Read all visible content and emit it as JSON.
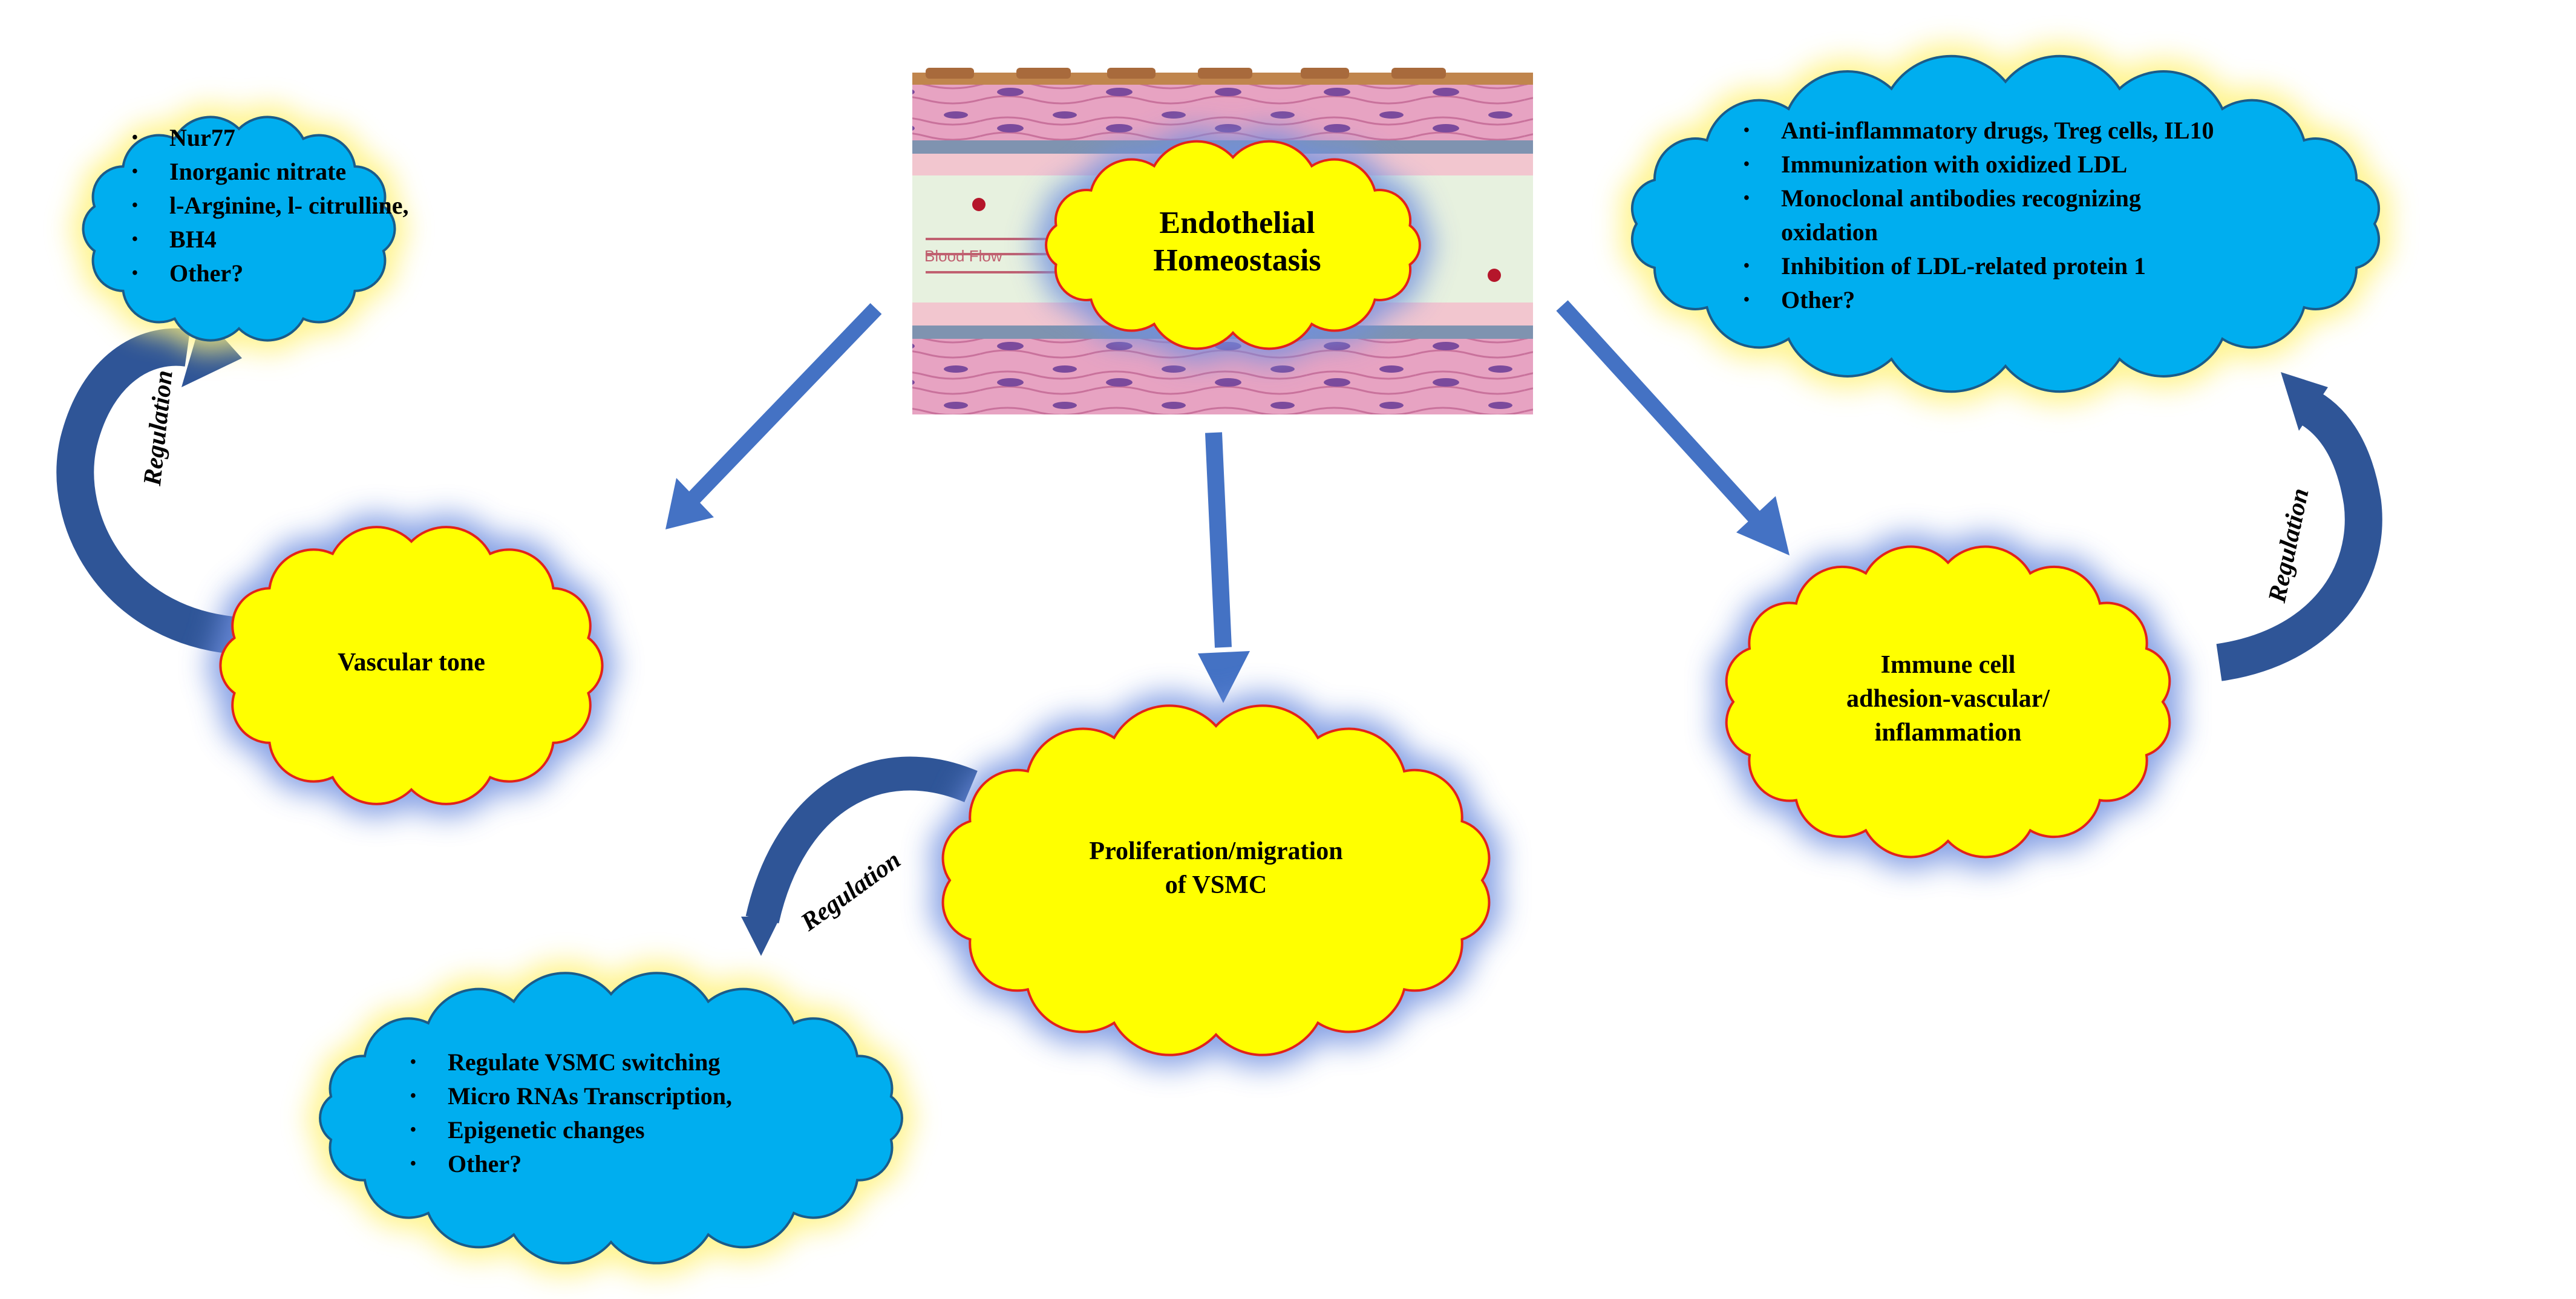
{
  "center_node": {
    "title_line1": "Endothelial",
    "title_line2": "Homeostasis",
    "vessel_label": "Blood Flow"
  },
  "nodes": {
    "vascular_tone": {
      "label": "Vascular tone"
    },
    "proliferation": {
      "line1": "Proliferation/migration",
      "line2": "of VSMC"
    },
    "immune": {
      "line1": "Immune cell",
      "line2": "adhesion-vascular/",
      "line3": "inflammation"
    }
  },
  "lists": {
    "top_left": [
      "Nur77",
      "Inorganic nitrate",
      "l-Arginine, l- citrulline,",
      "BH4",
      "Other?"
    ],
    "top_right": [
      "Anti-inflammatory drugs, Treg cells, IL10",
      "Immunization with oxidized LDL",
      "Monoclonal antibodies recognizing",
      "oxidation",
      "Inhibition of LDL-related protein 1",
      "Other?"
    ],
    "bottom_left": [
      "Regulate VSMC switching",
      "Micro RNAs Transcription,",
      "Epigenetic changes",
      "Other?"
    ]
  },
  "regulation_label": "Regulation",
  "colors": {
    "blue_cloud": "#00aeef",
    "yellow_cloud": "#ffff00",
    "cloud_outline_red": "#e2231a",
    "arrow_blue": "#4472c4",
    "curved_arrow": "#2f5597"
  }
}
